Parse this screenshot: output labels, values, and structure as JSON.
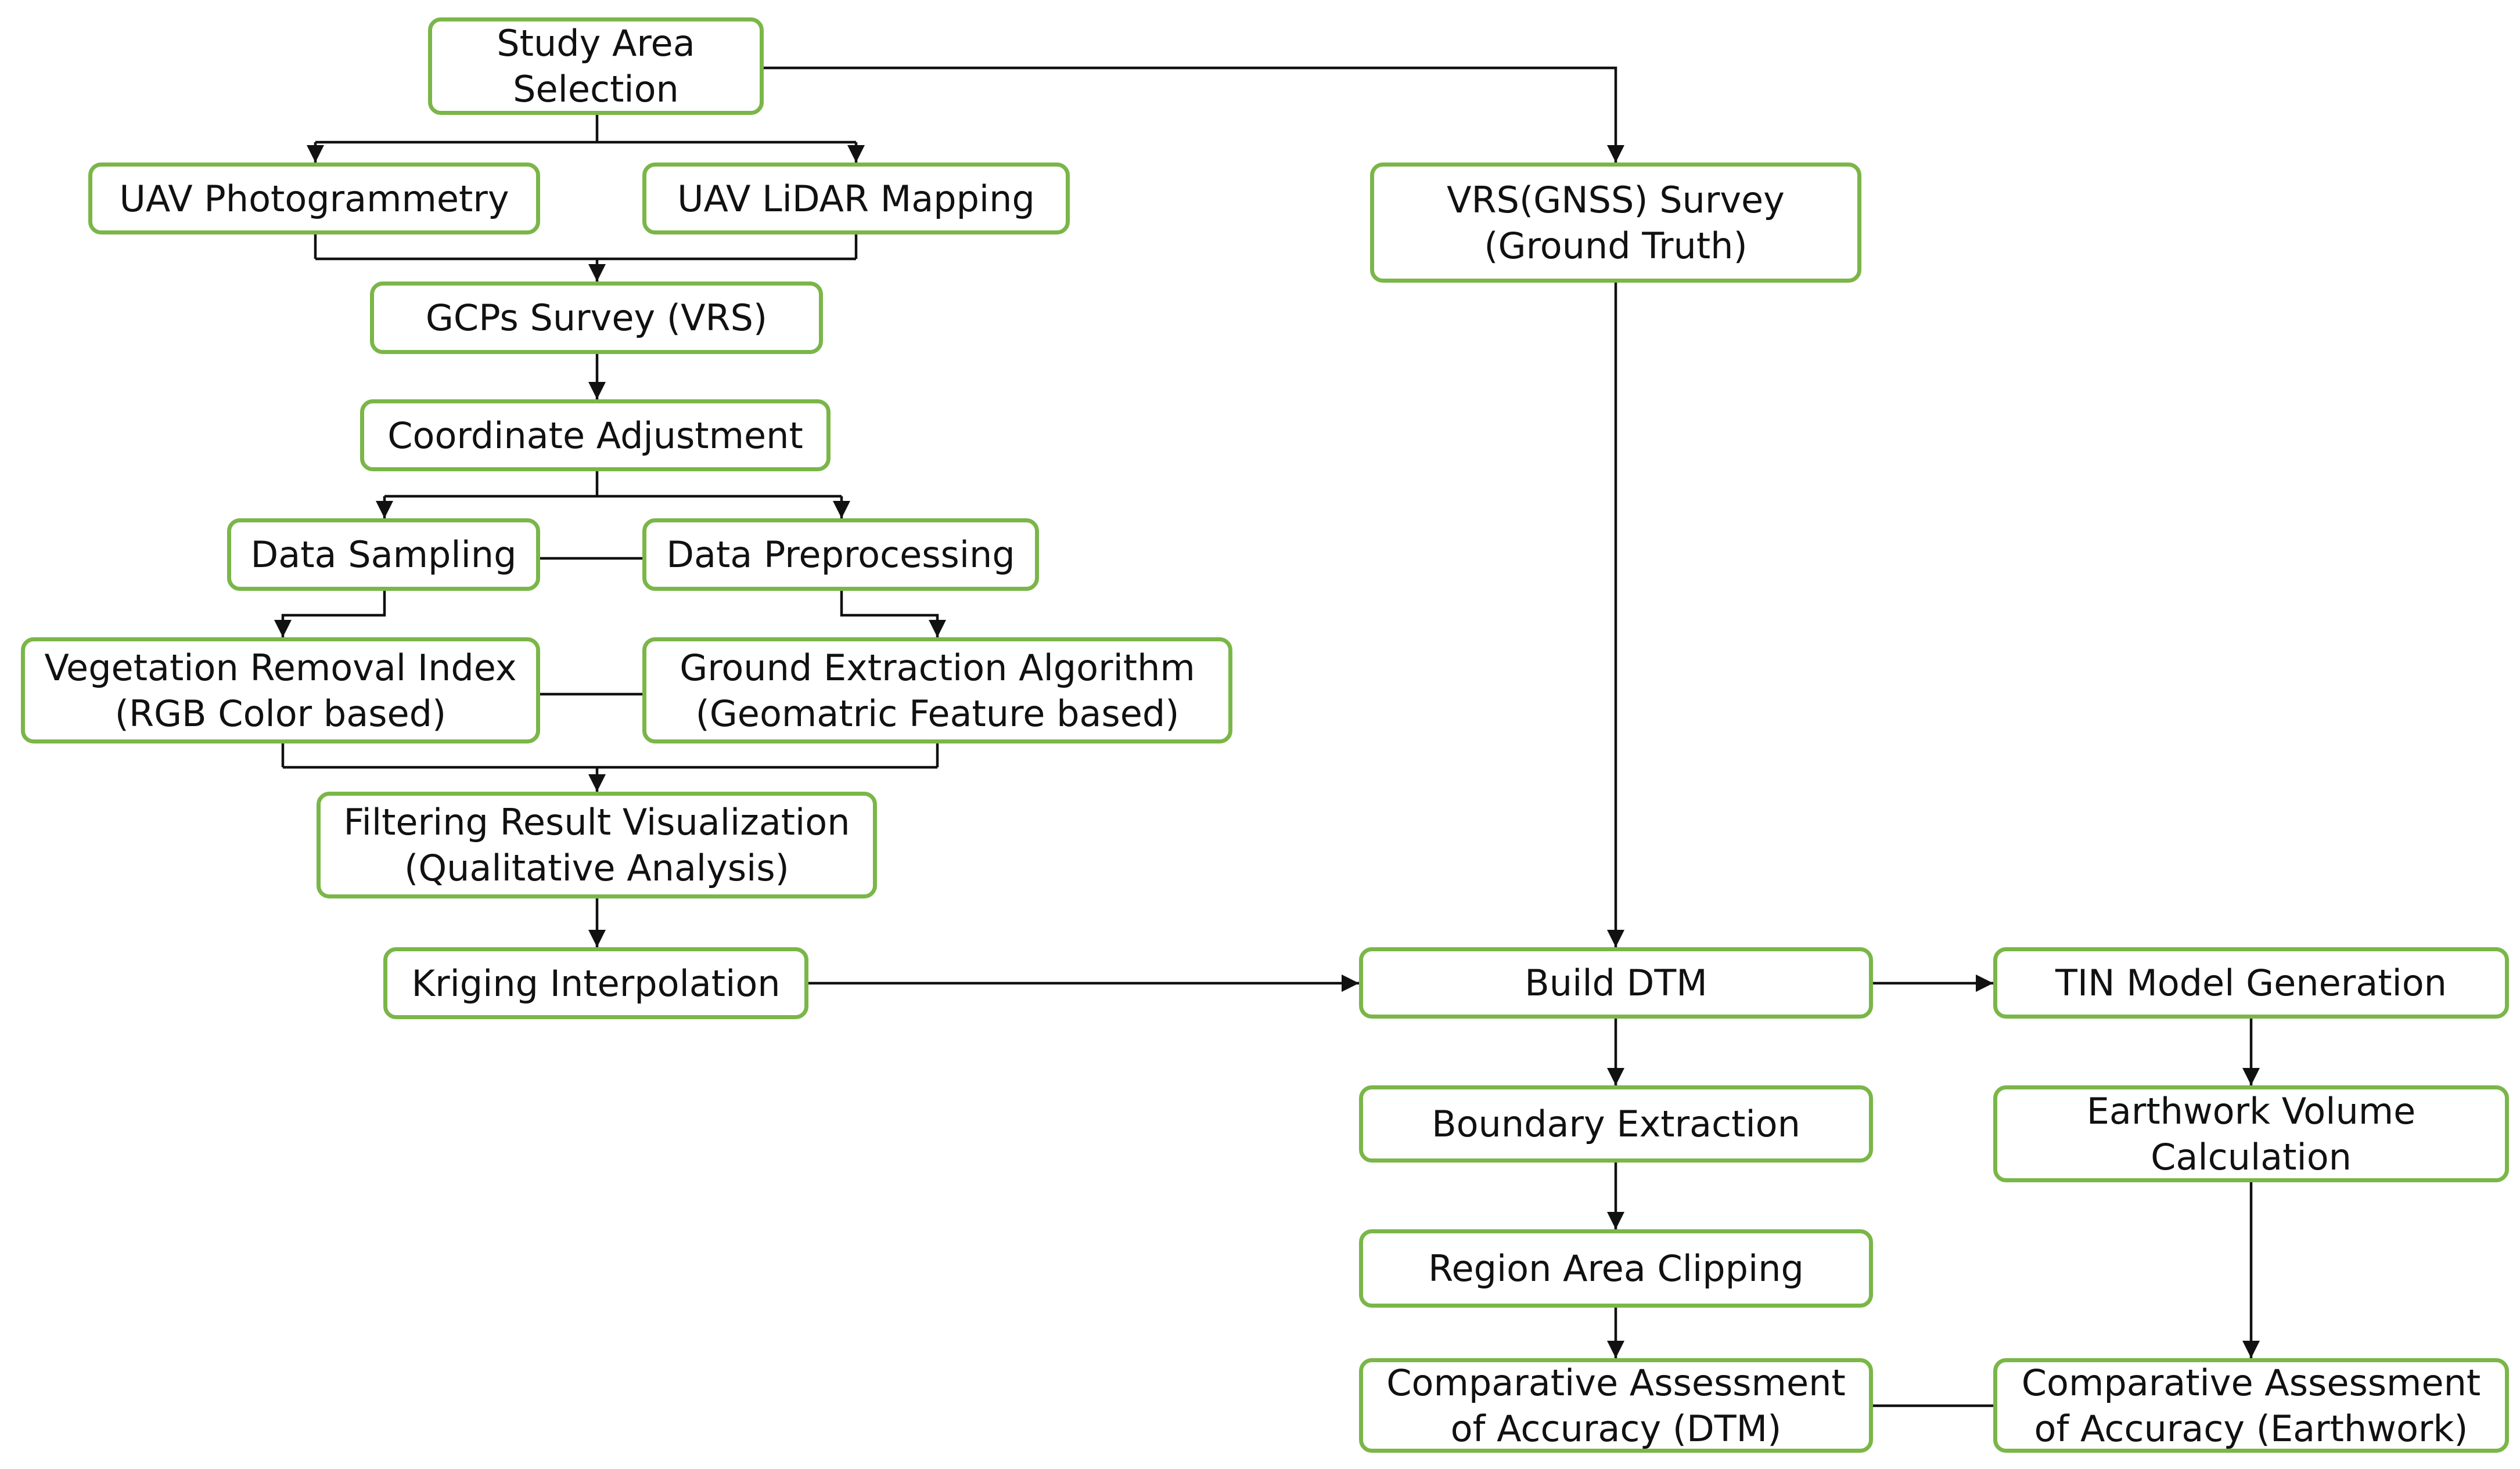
{
  "nodes": {
    "study_area": [
      "Study Area",
      "Selection"
    ],
    "uav_photo": [
      "UAV Photogrammetry"
    ],
    "uav_lidar": [
      "UAV LiDAR Mapping"
    ],
    "vrs_survey": [
      "VRS(GNSS) Survey",
      "(Ground Truth)"
    ],
    "gcps": [
      "GCPs Survey (VRS)"
    ],
    "coord_adj": [
      "Coordinate Adjustment"
    ],
    "data_sampling": [
      "Data Sampling"
    ],
    "data_preproc": [
      "Data Preprocessing"
    ],
    "veg_removal": [
      "Vegetation Removal Index",
      "(RGB Color based)"
    ],
    "ground_extract": [
      "Ground Extraction Algorithm",
      "(Geomatric Feature based)"
    ],
    "filtering_vis": [
      "Filtering Result Visualization",
      "(Qualitative Analysis)"
    ],
    "kriging": [
      "Kriging Interpolation"
    ],
    "build_dtm": [
      "Build DTM"
    ],
    "tin_model": [
      "TIN Model Generation"
    ],
    "boundary": [
      "Boundary Extraction"
    ],
    "earthwork_vol": [
      "Earthwork Volume",
      "Calculation"
    ],
    "region_clip": [
      "Region Area Clipping"
    ],
    "comp_dtm": [
      "Comparative Assessment",
      "of Accuracy (DTM)"
    ],
    "comp_earthwork": [
      "Comparative Assessment",
      "of Accuracy (Earthwork)"
    ]
  },
  "colors": {
    "box_border": "#7ab648",
    "connector": "#111111",
    "text": "#111111"
  }
}
